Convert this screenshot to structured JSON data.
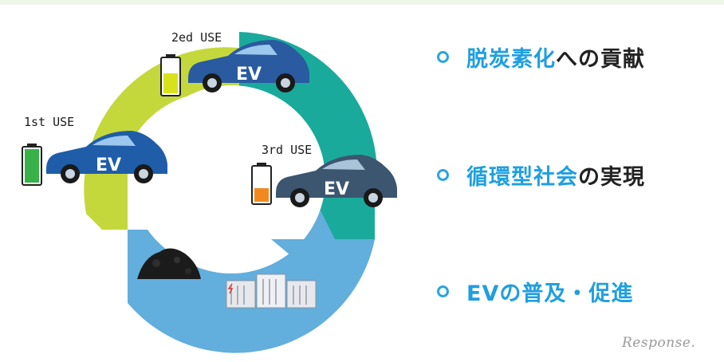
{
  "cycle": {
    "labels": {
      "first": "1st USE",
      "second": "2ed USE",
      "third": "3rd USE"
    },
    "car_label": "EV",
    "battery_levels": {
      "first": 1.0,
      "second": 0.6,
      "third": 0.3
    },
    "colors": {
      "arc_green": "#c4d83c",
      "arc_teal": "#1aaa9c",
      "arc_blue": "#62aedd",
      "car_blue": "#1f5da8",
      "car_slate": "#3c5670",
      "battery_green": "#38b248",
      "battery_yellow": "#d8e21c",
      "battery_orange": "#f08a1e"
    }
  },
  "bullets": [
    {
      "marker": "○",
      "highlight": "脱炭素化",
      "rest": "への貢献"
    },
    {
      "marker": "○",
      "highlight": "循環型社会",
      "rest": "の実現"
    },
    {
      "marker": "○",
      "highlight": "EVの普及・促進",
      "rest": ""
    }
  ],
  "watermark": "Response."
}
